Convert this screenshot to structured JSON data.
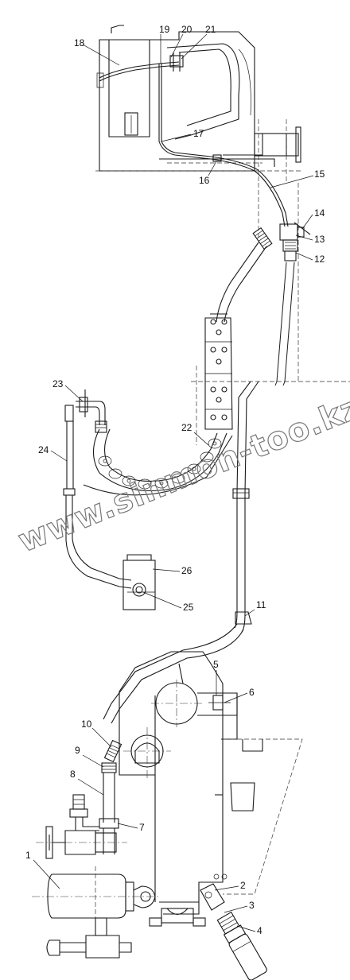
{
  "watermark": "www.sinmon-too.kz",
  "callouts": [
    {
      "id": "1",
      "label": "1"
    },
    {
      "id": "2",
      "label": "2"
    },
    {
      "id": "3",
      "label": "3"
    },
    {
      "id": "4",
      "label": "4"
    },
    {
      "id": "5",
      "label": "5"
    },
    {
      "id": "6",
      "label": "6"
    },
    {
      "id": "7",
      "label": "7"
    },
    {
      "id": "8",
      "label": "8"
    },
    {
      "id": "9",
      "label": "9"
    },
    {
      "id": "10",
      "label": "10"
    },
    {
      "id": "11",
      "label": "11"
    },
    {
      "id": "12",
      "label": "12"
    },
    {
      "id": "13",
      "label": "13"
    },
    {
      "id": "14",
      "label": "14"
    },
    {
      "id": "15",
      "label": "15"
    },
    {
      "id": "16",
      "label": "16"
    },
    {
      "id": "17",
      "label": "17"
    },
    {
      "id": "18",
      "label": "18"
    },
    {
      "id": "19",
      "label": "19"
    },
    {
      "id": "20",
      "label": "20"
    },
    {
      "id": "21",
      "label": "21"
    },
    {
      "id": "22",
      "label": "22"
    },
    {
      "id": "23",
      "label": "23"
    },
    {
      "id": "24",
      "label": "24"
    },
    {
      "id": "25",
      "label": "25"
    },
    {
      "id": "26",
      "label": "26"
    }
  ]
}
